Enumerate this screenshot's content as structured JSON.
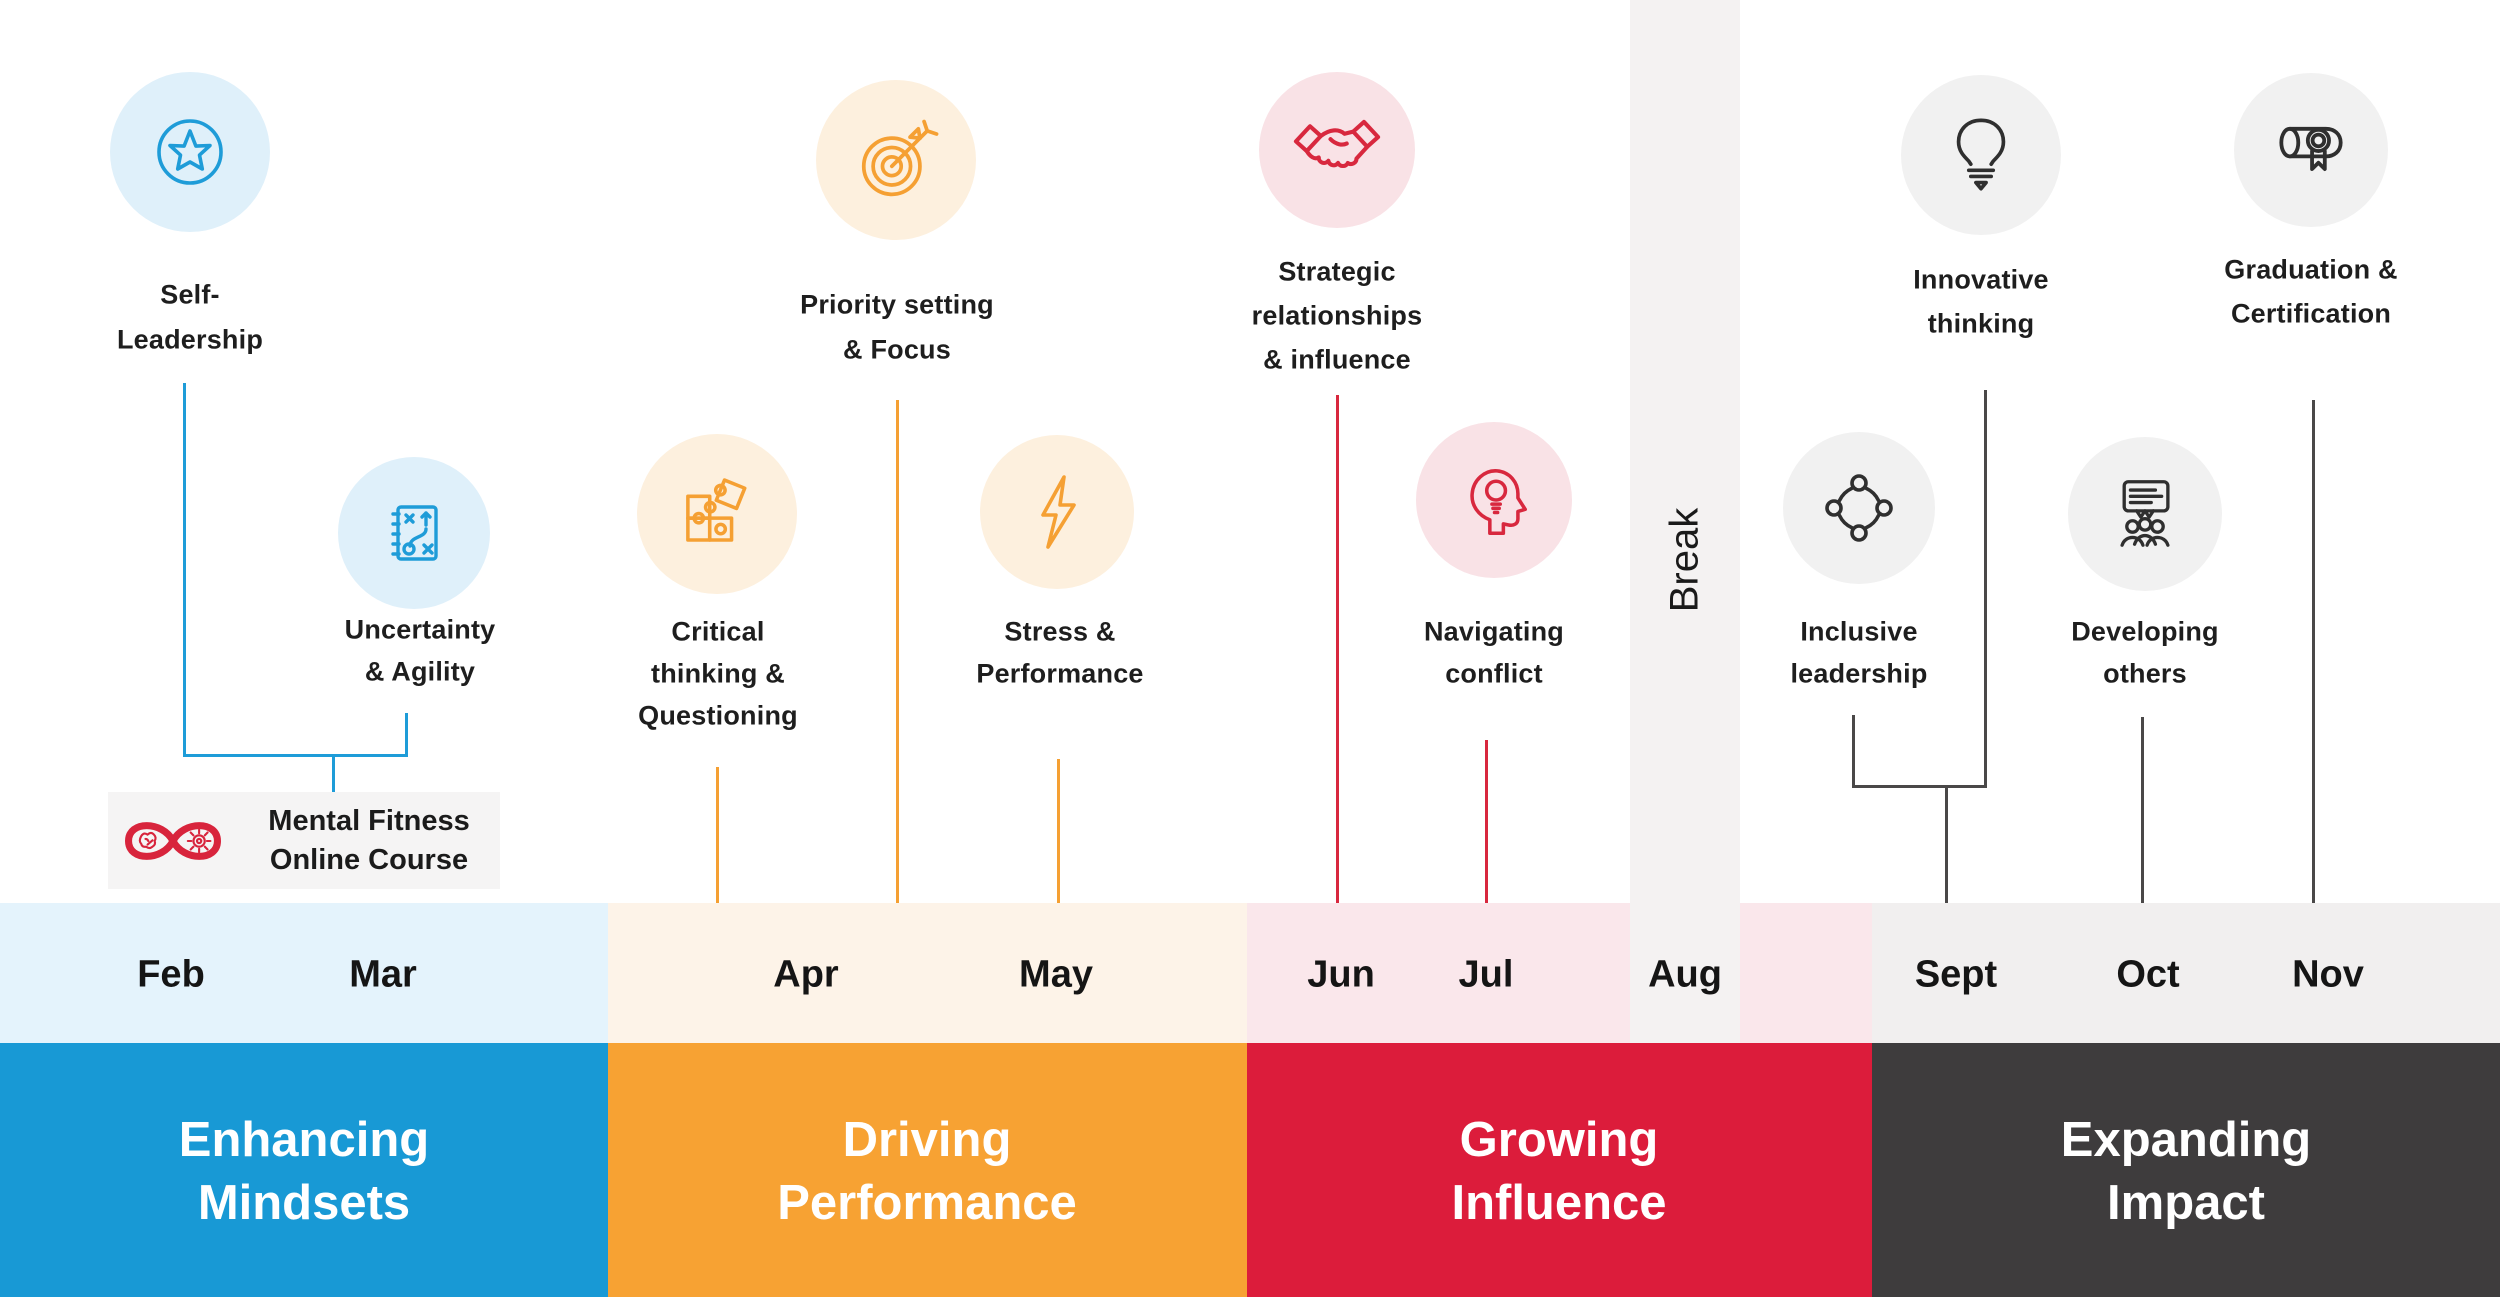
{
  "break_label": "Break",
  "months": [
    "Feb",
    "Mar",
    "Apr",
    "May",
    "Jun",
    "Jul",
    "Aug",
    "Sept",
    "Oct",
    "Nov"
  ],
  "phases": [
    {
      "line1": "Enhancing",
      "line2": "Mindsets",
      "color": "#1899D5",
      "tint": "#E4F3FC",
      "months": "Feb–Mar"
    },
    {
      "line1": "Driving",
      "line2": "Performance",
      "color": "#F7A233",
      "tint": "#FDF3E8",
      "months": "Apr–May"
    },
    {
      "line1": "Growing",
      "line2": "Influence",
      "color": "#DC1C3B",
      "tint": "#FAE7EB",
      "months": "Jun–Aug"
    },
    {
      "line1": "Expanding",
      "line2": "Impact",
      "color": "#3E3C3D",
      "tint": "#F1EFEF",
      "months": "Sept–Nov"
    }
  ],
  "items": {
    "self_leadership": {
      "lines": [
        "Self-",
        "Leadership"
      ],
      "icon": "star-circle-icon",
      "accent": "#1E9CD8"
    },
    "uncertainty": {
      "lines": [
        "Uncertainty",
        "& Agility"
      ],
      "icon": "strategy-notebook-icon",
      "accent": "#1E9CD8"
    },
    "priority": {
      "lines": [
        "Priority setting",
        "& Focus"
      ],
      "icon": "target-arrow-icon",
      "accent": "#F5A033"
    },
    "critical": {
      "lines": [
        "Critical",
        "thinking &",
        "Questioning"
      ],
      "icon": "puzzle-icon",
      "accent": "#F5A033"
    },
    "stress": {
      "lines": [
        "Stress &",
        "Performance"
      ],
      "icon": "lightning-icon",
      "accent": "#F5A033"
    },
    "strategic": {
      "lines": [
        "Strategic",
        "relationships",
        "& influence"
      ],
      "icon": "handshake-icon",
      "accent": "#D8283E"
    },
    "navigating": {
      "lines": [
        "Navigating",
        "conflict"
      ],
      "icon": "head-lightbulb-icon",
      "accent": "#D8283E"
    },
    "innovative": {
      "lines": [
        "Innovative",
        "thinking"
      ],
      "icon": "lightbulb-icon",
      "accent": "#2F2F2F"
    },
    "inclusive": {
      "lines": [
        "Inclusive",
        "leadership"
      ],
      "icon": "people-network-icon",
      "accent": "#2F2F2F"
    },
    "developing": {
      "lines": [
        "Developing",
        "others"
      ],
      "icon": "audience-speech-icon",
      "accent": "#2F2F2F"
    },
    "graduation": {
      "lines": [
        "Graduation &",
        "Certification"
      ],
      "icon": "diploma-icon",
      "accent": "#2F2F2F"
    }
  },
  "mental_fitness": {
    "lines": [
      "Mental Fitness",
      "Online Course"
    ],
    "icon": "infinity-brain-gear-icon",
    "accent": "#D8243C"
  },
  "palette": {
    "blue": "#1E9CD8",
    "orange": "#F5A033",
    "red": "#D8283E",
    "dark": "#4A4848",
    "tint_blue": "#DFF0FA",
    "tint_orange": "#FDF0DE",
    "tint_red": "#F9E2E6",
    "tint_gray": "#F1F1F1",
    "break_bg": "#F4F2F2",
    "text": "#1E1E1E"
  }
}
